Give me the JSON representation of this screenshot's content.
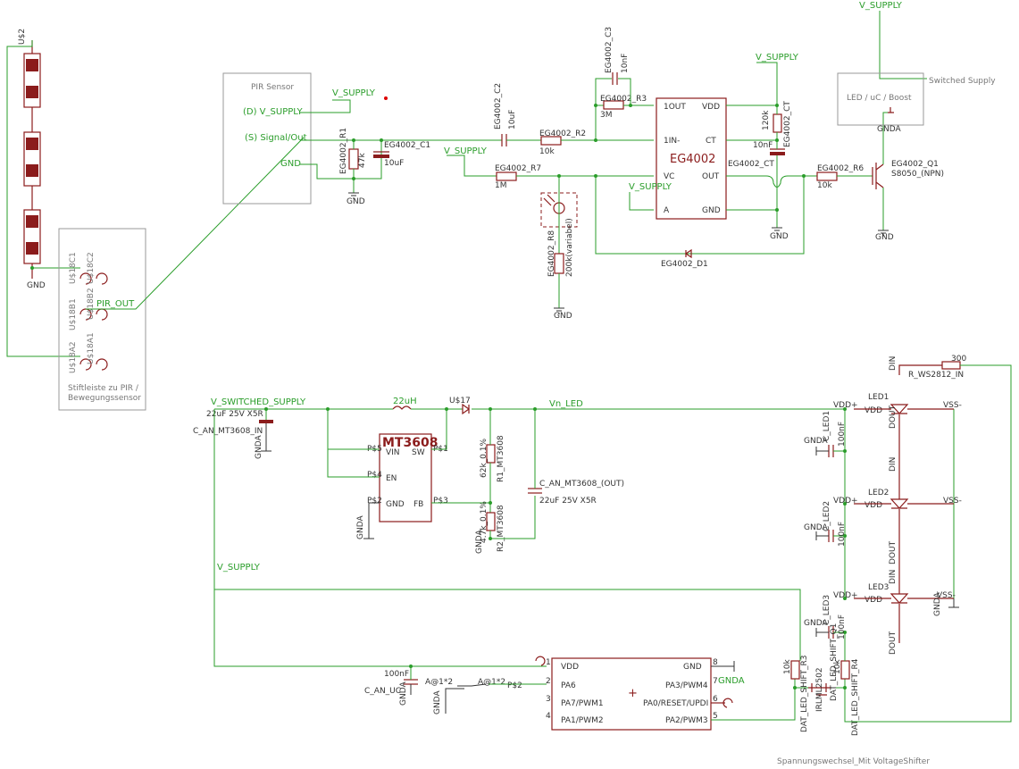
{
  "nets": {
    "v_supply": "V_SUPPLY",
    "v_switched_supply": "V_SWITCHED_SUPPLY",
    "vn_led": "Vn_LED",
    "pir_out": "PIR_OUT",
    "gnd": "GND",
    "gnda": "GNDA"
  },
  "pir": {
    "box_title": "PIR Sensor",
    "pin_vsupply": "(D) V_SUPPLY",
    "pin_signal": "(S) Signal/Out",
    "pin_gnd": "GND"
  },
  "switched": {
    "title": "Switched Supply",
    "box_label": "LED / uC / Boost"
  },
  "header": {
    "pins": [
      "U$18C1",
      "U$18C2",
      "U$18B1",
      "U$18B2",
      "U$18A2",
      "U$18A1"
    ],
    "caption_line1": "Stiftleiste zu PIR /",
    "caption_line2": "Bewegungssensor",
    "left_top": "U$2",
    "left_bottom": "GND"
  },
  "eg4002": {
    "chip": "EG4002",
    "pins": {
      "p1": "1OUT",
      "p2": "1IN-",
      "p3": "VC",
      "p4": "A",
      "p5": "GND",
      "p6": "OUT",
      "p7": "CT",
      "p8": "VDD"
    },
    "c2_name": "EG4002_C2",
    "c2_val": "10uF",
    "c3_name": "EG4002_C3",
    "c3_val": "10nF",
    "r3_name": "EG4002_R3",
    "r3_val": "3M",
    "r2_name": "EG4002_R2",
    "r2_val": "10k",
    "r1_name": "EG4002_R1",
    "r1_val": "47k",
    "c1_name": "EG4002_C1",
    "c1_val": "10uF",
    "r7_name": "EG4002_R7",
    "r7_val": "1M",
    "r8_name": "EG4002_R8",
    "r8_val": "200k(variabel)",
    "r_ct_name": "EG4002_CT",
    "r_ct_val": "120k",
    "c_ct_val": "10nF",
    "ct_label": "EG4002_CT",
    "r6_name": "EG4002_R6",
    "r6_val": "10k",
    "q1_name": "EG4002_Q1",
    "q1_val": "S8050_(NPN)",
    "d1_name": "EG4002_D1"
  },
  "boost": {
    "ic": "MT3608",
    "pin_vin": "VIN",
    "pin_sw": "SW",
    "pin_en": "EN",
    "pin_gnd": "GND",
    "pin_fb": "FB",
    "p4": "P$4",
    "p5": "P$5",
    "p1": "P$1",
    "p2": "P$2",
    "p3": "P$3",
    "cin_name": "C_AN_MT3608_IN",
    "cin_val": "22uF 25V X5R",
    "l_val": "22uH",
    "d_name": "U$17",
    "r1_name": "R1_MT3608",
    "r1_val": "62k_0.1%",
    "r2_name": "R2_MT3608",
    "r2_val": "4.7k_0.1%",
    "cout_name": "C_AN_MT3608_(OUT)",
    "cout_val": "22uF 25V X5R"
  },
  "leds": {
    "r_name": "R_WS2812_IN",
    "r_val": "300",
    "items": [
      {
        "name": "LED1",
        "cap": "C_LED1",
        "cap_val": "100nF"
      },
      {
        "name": "LED2",
        "cap": "C_LED2",
        "cap_val": "100nF"
      },
      {
        "name": "LED3",
        "cap": "C_LED3",
        "cap_val": "100nF"
      }
    ],
    "vdd": "VDD+",
    "vss": "VSS-",
    "din": "DIN",
    "dout": "DOUT",
    "pin_vdd": "VDD",
    "pin_vss": "VSS"
  },
  "attiny": {
    "left_pins": [
      "VDD",
      "PA6",
      "PA7/PWM1",
      "PA1/PWM2"
    ],
    "right_pins": [
      "GND",
      "PA3/PWM4",
      "PA0/RESET/UPDI",
      "PA2/PWM3"
    ],
    "left_nums": [
      "1",
      "2",
      "3",
      "4"
    ],
    "right_nums": [
      "8",
      "7",
      "6",
      "5"
    ],
    "cap_name": "C_AN_UC",
    "cap_val": "100nF",
    "jumper1": "A@1*2",
    "jumper2": "A@1*2",
    "p_label": "P$2"
  },
  "shifter": {
    "r3_name": "DAT_LED_SHIFT_R3",
    "r3_val": "10k",
    "q1_name": "DAT_LED_SHIFT_Q1",
    "q1_val": "IRLML2502",
    "r4_name": "DAT_LED_SHIFT_R4",
    "r4_val": "10k",
    "note": "Spannungswechsel_Mit VoltageShifter"
  }
}
